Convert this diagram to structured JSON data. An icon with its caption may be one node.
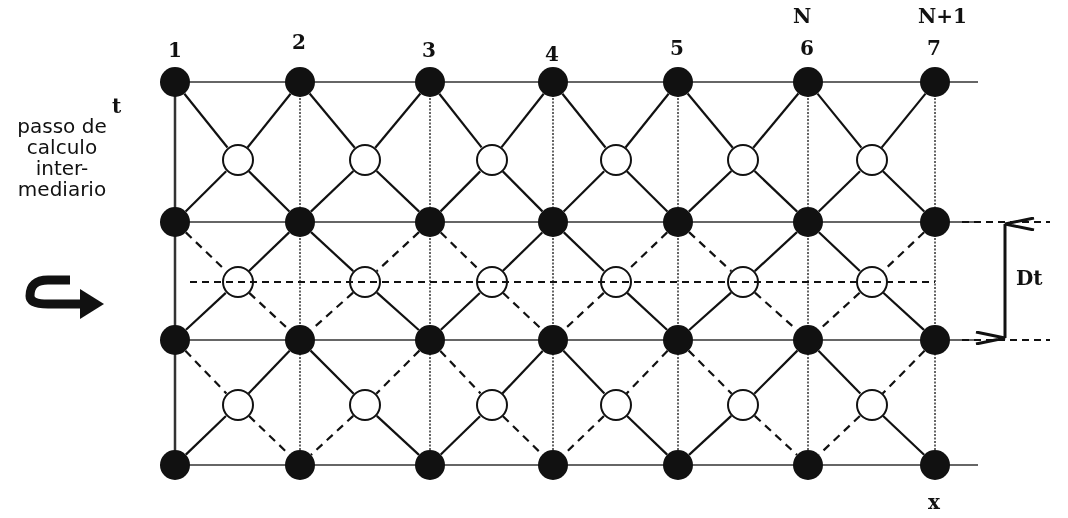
{
  "diagram": {
    "nodes": [
      {
        "text": [],
        "shape": "dot"
      },
      {
        "text": [],
        "shape": "dot"
      },
      {
        "text": [],
        "shape": "dot"
      },
      {
        "text": [],
        "shape": "dot"
      },
      {
        "text": [],
        "shape": "dot"
      },
      {
        "text": [],
        "shape": "dot"
      },
      {
        "text": [],
        "shape": "dot"
      },
      {
        "text": [],
        "shape": "circle"
      },
      {
        "text": [],
        "shape": "circle"
      },
      {
        "text": [],
        "shape": "circle"
      },
      {
        "text": [],
        "shape": "circle"
      },
      {
        "text": [],
        "shape": "circle"
      },
      {
        "text": [],
        "shape": "circle"
      },
      {
        "text": [],
        "shape": "dot"
      },
      {
        "text": [],
        "shape": "dot"
      },
      {
        "text": [],
        "shape": "dot"
      },
      {
        "text": [],
        "shape": "dot"
      },
      {
        "text": [],
        "shape": "dot"
      },
      {
        "text": [],
        "shape": "dot"
      },
      {
        "text": [],
        "shape": "dot"
      },
      {
        "text": [],
        "shape": "circle"
      },
      {
        "text": [],
        "shape": "circle"
      },
      {
        "text": [],
        "shape": "circle"
      },
      {
        "text": [],
        "shape": "circle"
      },
      {
        "text": [],
        "shape": "circle"
      },
      {
        "text": [],
        "shape": "circle"
      },
      {
        "text": [],
        "shape": "dot"
      },
      {
        "text": [],
        "shape": "dot"
      },
      {
        "text": [],
        "shape": "dot"
      },
      {
        "text": [],
        "shape": "dot"
      },
      {
        "text": [],
        "shape": "dot"
      },
      {
        "text": [],
        "shape": "dot"
      },
      {
        "text": [],
        "shape": "dot"
      },
      {
        "text": [],
        "shape": "circle"
      },
      {
        "text": [],
        "shape": "circle"
      },
      {
        "text": [],
        "shape": "circle"
      },
      {
        "text": [],
        "shape": "circle"
      },
      {
        "text": [],
        "shape": "circle"
      },
      {
        "text": [],
        "shape": "circle"
      },
      {
        "text": [],
        "shape": "dot"
      },
      {
        "text": [],
        "shape": "dot"
      },
      {
        "text": [],
        "shape": "dot"
      },
      {
        "text": [],
        "shape": "dot"
      },
      {
        "text": [],
        "shape": "dot"
      },
      {
        "text": [],
        "shape": "dot"
      },
      {
        "text": [],
        "shape": "dot"
      }
    ],
    "edges": [
      {
        "from": 0,
        "to": 7,
        "arrow": "none"
      },
      {
        "from": 1,
        "to": 7,
        "arrow": "none"
      },
      {
        "from": 7,
        "to": 13,
        "arrow": "none"
      },
      {
        "from": 7,
        "to": 14,
        "arrow": "none"
      },
      {
        "from": 1,
        "to": 8,
        "arrow": "none"
      },
      {
        "from": 2,
        "to": 8,
        "arrow": "none"
      },
      {
        "from": 8,
        "to": 14,
        "arrow": "none"
      },
      {
        "from": 8,
        "to": 15,
        "arrow": "none"
      },
      {
        "from": 2,
        "to": 9,
        "arrow": "none"
      },
      {
        "from": 3,
        "to": 9,
        "arrow": "none"
      },
      {
        "from": 9,
        "to": 15,
        "arrow": "none"
      },
      {
        "from": 9,
        "to": 16,
        "arrow": "none"
      },
      {
        "from": 3,
        "to": 10,
        "arrow": "none"
      },
      {
        "from": 4,
        "to": 10,
        "arrow": "none"
      },
      {
        "from": 10,
        "to": 16,
        "arrow": "none"
      },
      {
        "from": 10,
        "to": 17,
        "arrow": "none"
      },
      {
        "from": 4,
        "to": 11,
        "arrow": "none"
      },
      {
        "from": 5,
        "to": 11,
        "arrow": "none"
      },
      {
        "from": 11,
        "to": 17,
        "arrow": "none"
      },
      {
        "from": 11,
        "to": 18,
        "arrow": "none"
      },
      {
        "from": 5,
        "to": 12,
        "arrow": "none"
      },
      {
        "from": 6,
        "to": 12,
        "arrow": "none"
      },
      {
        "from": 12,
        "to": 18,
        "arrow": "none"
      },
      {
        "from": 12,
        "to": 19,
        "arrow": "none"
      },
      {
        "from": 13,
        "to": 20,
        "arrow": "none",
        "style": "dashed"
      },
      {
        "from": 14,
        "to": 20,
        "arrow": "none"
      },
      {
        "from": 20,
        "to": 26,
        "arrow": "none"
      },
      {
        "from": 20,
        "to": 27,
        "arrow": "none",
        "style": "dashed"
      },
      {
        "from": 14,
        "to": 21,
        "arrow": "none"
      },
      {
        "from": 15,
        "to": 21,
        "arrow": "none",
        "style": "dashed"
      },
      {
        "from": 21,
        "to": 27,
        "arrow": "none",
        "style": "dashed"
      },
      {
        "from": 21,
        "to": 28,
        "arrow": "none"
      },
      {
        "from": 15,
        "to": 22,
        "arrow": "none",
        "style": "dashed"
      },
      {
        "from": 16,
        "to": 22,
        "arrow": "none"
      },
      {
        "from": 22,
        "to": 28,
        "arrow": "none"
      },
      {
        "from": 22,
        "to": 29,
        "arrow": "none",
        "style": "dashed"
      },
      {
        "from": 16,
        "to": 23,
        "arrow": "none"
      },
      {
        "from": 17,
        "to": 23,
        "arrow": "none",
        "style": "dashed"
      },
      {
        "from": 23,
        "to": 29,
        "arrow": "none",
        "style": "dashed"
      },
      {
        "from": 23,
        "to": 30,
        "arrow": "none"
      },
      {
        "from": 17,
        "to": 24,
        "arrow": "none",
        "style": "dashed"
      },
      {
        "from": 18,
        "to": 24,
        "arrow": "none"
      },
      {
        "from": 24,
        "to": 30,
        "arrow": "none"
      },
      {
        "from": 24,
        "to": 31,
        "arrow": "none",
        "style": "dashed"
      },
      {
        "from": 18,
        "to": 25,
        "arrow": "none"
      },
      {
        "from": 19,
        "to": 25,
        "arrow": "none",
        "style": "dashed"
      },
      {
        "from": 25,
        "to": 31,
        "arrow": "none",
        "style": "dashed"
      },
      {
        "from": 25,
        "to": 32,
        "arrow": "none"
      },
      {
        "from": 26,
        "to": 33,
        "arrow": "none",
        "style": "dashed"
      },
      {
        "from": 27,
        "to": 33,
        "arrow": "none"
      },
      {
        "from": 33,
        "to": 39,
        "arrow": "none"
      },
      {
        "from": 33,
        "to": 40,
        "arrow": "none",
        "style": "dashed"
      },
      {
        "from": 27,
        "to": 34,
        "arrow": "none"
      },
      {
        "from": 28,
        "to": 34,
        "arrow": "none",
        "style": "dashed"
      },
      {
        "from": 34,
        "to": 40,
        "arrow": "none",
        "style": "dashed"
      },
      {
        "from": 34,
        "to": 41,
        "arrow": "none"
      },
      {
        "from": 28,
        "to": 35,
        "arrow": "none",
        "style": "dashed"
      },
      {
        "from": 29,
        "to": 35,
        "arrow": "none"
      },
      {
        "from": 35,
        "to": 41,
        "arrow": "none"
      },
      {
        "from": 35,
        "to": 42,
        "arrow": "none",
        "style": "dashed"
      },
      {
        "from": 29,
        "to": 36,
        "arrow": "none"
      },
      {
        "from": 30,
        "to": 36,
        "arrow": "none",
        "style": "dashed"
      },
      {
        "from": 36,
        "to": 42,
        "arrow": "none",
        "style": "dashed"
      },
      {
        "from": 36,
        "to": 43,
        "arrow": "none"
      },
      {
        "from": 30,
        "to": 37,
        "arrow": "none",
        "style": "dashed"
      },
      {
        "from": 31,
        "to": 37,
        "arrow": "none"
      },
      {
        "from": 37,
        "to": 43,
        "arrow": "none"
      },
      {
        "from": 37,
        "to": 44,
        "arrow": "none",
        "style": "dashed"
      },
      {
        "from": 31,
        "to": 38,
        "arrow": "none"
      },
      {
        "from": 32,
        "to": 38,
        "arrow": "none",
        "style": "dashed"
      },
      {
        "from": 38,
        "to": 44,
        "arrow": "none",
        "style": "dashed"
      },
      {
        "from": 38,
        "to": 45,
        "arrow": "none"
      }
    ],
    "labels": [
      "N",
      "N+1",
      "1",
      "2",
      "3",
      "4",
      "5",
      "6",
      "7",
      "t",
      "passo de calculo inter- mediario",
      "Dt",
      "x"
    ]
  }
}
